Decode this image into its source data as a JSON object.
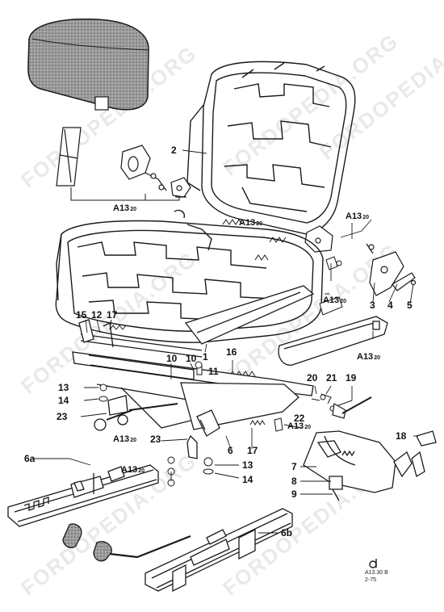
{
  "watermark": "FORDOPEDIA.ORG",
  "callouts": [
    "1",
    "2",
    "3",
    "4",
    "5",
    "6",
    "6a",
    "6b",
    "7",
    "8",
    "9",
    "10",
    "10",
    "11",
    "12",
    "13",
    "13",
    "14",
    "14",
    "15",
    "16",
    "17",
    "17",
    "18",
    "19",
    "20",
    "21",
    "22",
    "23",
    "23"
  ],
  "reference_label": {
    "main": "A13",
    "sub": "20"
  },
  "drawing_ref": {
    "code": "A13.30 B",
    "date": "2-75"
  },
  "colors": {
    "line": "#1a1a1a",
    "fill": "#ffffff",
    "shade": "#8a8a8a",
    "watermark": "#b0b0b0"
  }
}
